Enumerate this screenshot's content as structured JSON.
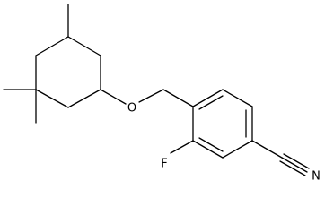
{
  "structure": {
    "atoms": {
      "oxygen": "O",
      "fluorine": "F",
      "nitrogen": "N"
    }
  }
}
